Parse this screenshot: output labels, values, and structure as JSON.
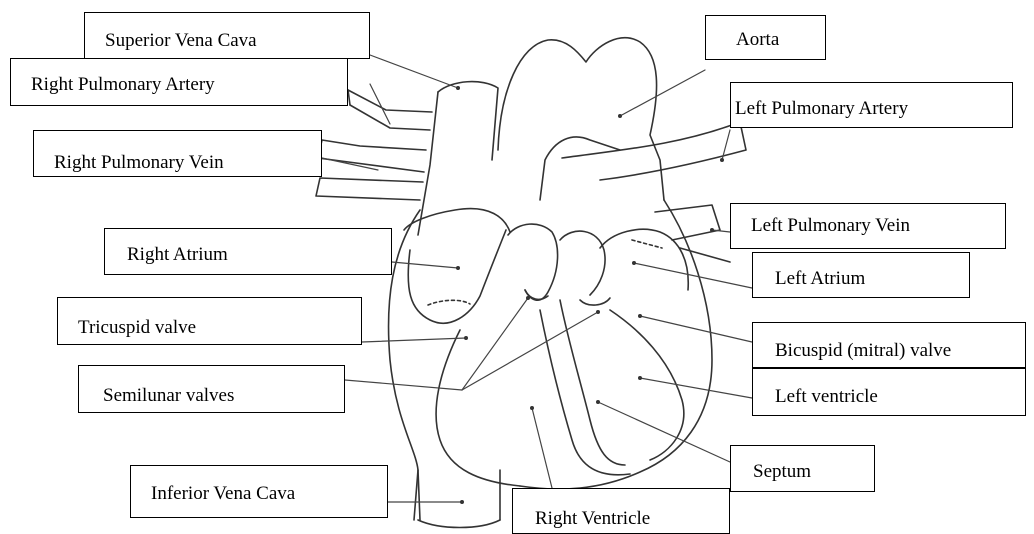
{
  "labels": {
    "superior_vena_cava": "Superior Vena Cava",
    "right_pulmonary_artery": "Right Pulmonary Artery",
    "right_pulmonary_vein": "Right Pulmonary Vein",
    "right_atrium": "Right Atrium",
    "tricuspid_valve": "Tricuspid valve",
    "semilunar_valves": "Semilunar valves",
    "inferior_vena_cava": "Inferior Vena Cava",
    "aorta": "Aorta",
    "left_pulmonary_artery": "Left Pulmonary Artery",
    "left_pulmonary_vein": "Left Pulmonary Vein",
    "left_atrium": "Left Atrium",
    "bicuspid_valve": "Bicuspid (mitral) valve",
    "left_ventricle": "Left ventricle",
    "septum": "Septum",
    "right_ventricle": "Right Ventricle"
  }
}
